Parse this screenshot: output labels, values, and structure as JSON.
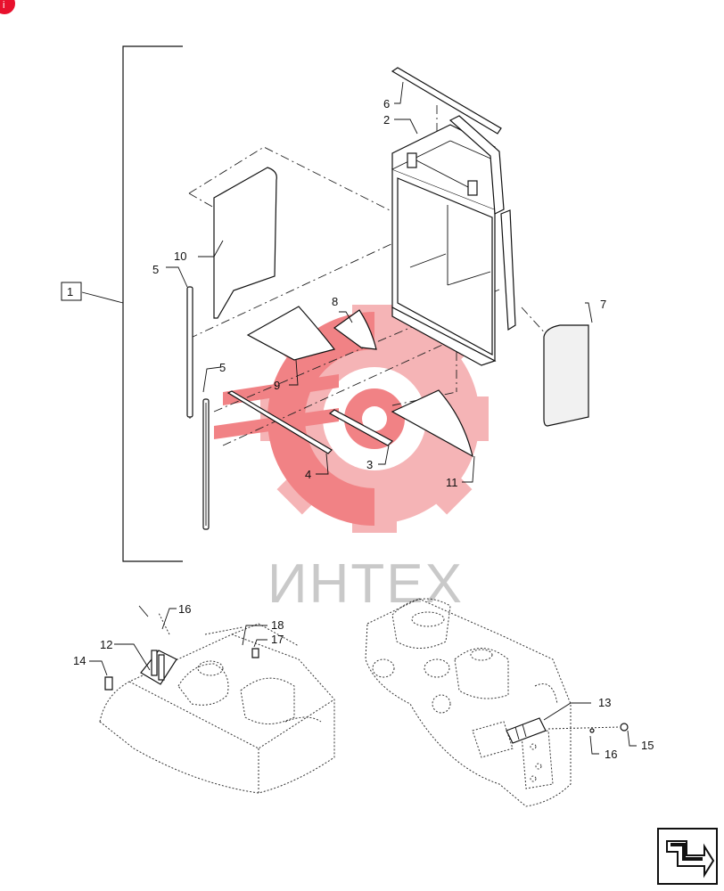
{
  "corner_badge": "i",
  "watermark": "ИНТЕХ",
  "group_label": "1",
  "callouts": {
    "c2": "2",
    "c3": "3",
    "c4": "4",
    "c5a": "5",
    "c5b": "5",
    "c6": "6",
    "c7": "7",
    "c8": "8",
    "c9": "9",
    "c10": "10",
    "c11": "11",
    "c12": "12",
    "c13": "13",
    "c14": "14",
    "c15": "15",
    "c16a": "16",
    "c16b": "16",
    "c17": "17",
    "c18": "18"
  },
  "colors": {
    "watermark_logo": "#f0585d",
    "badge": "#e8112d",
    "line": "#111111"
  },
  "icons": {
    "nav": "next-page-arrow-icon"
  }
}
